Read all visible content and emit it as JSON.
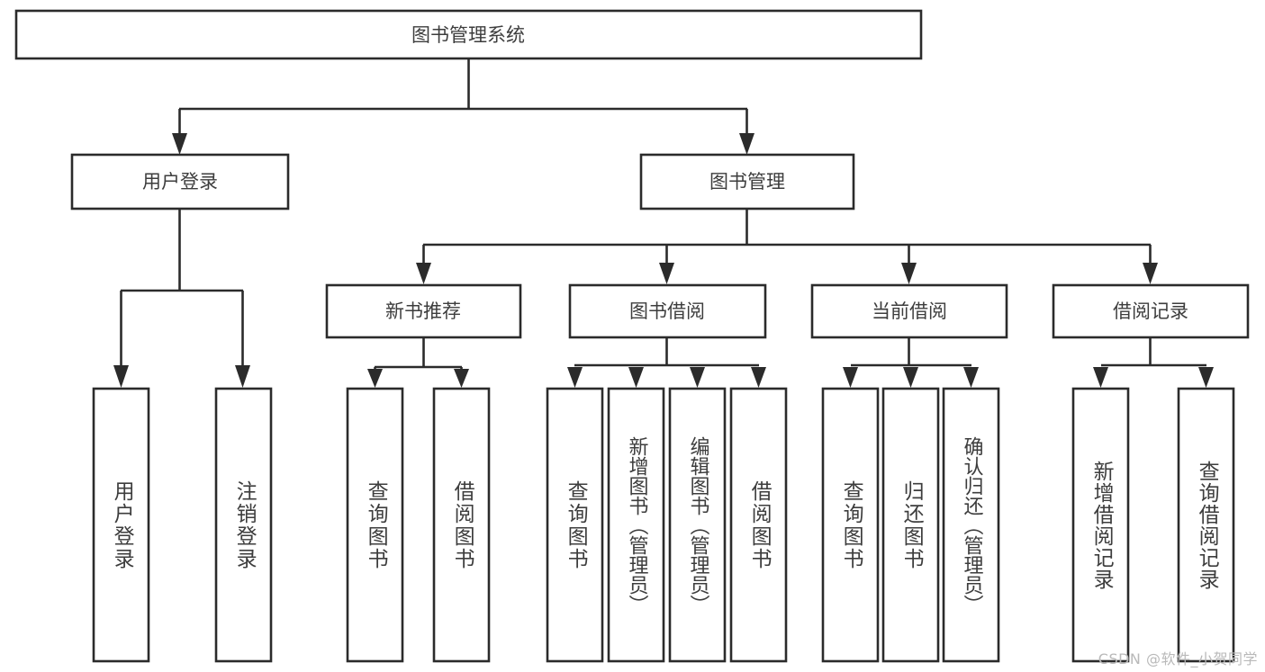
{
  "diagram": {
    "title": "图书管理系统",
    "type": "tree-hierarchy-chart",
    "orientation": "top-down",
    "colors": {
      "background": "#ffffff",
      "box_fill": "#ffffff",
      "box_stroke": "#2b2b2b",
      "connector": "#2b2b2b",
      "text": "#3d3d3d",
      "watermark": "#b9b9b9"
    },
    "root": {
      "label": "图书管理系统"
    },
    "level2": [
      {
        "label": "用户登录"
      },
      {
        "label": "图书管理"
      }
    ],
    "level3": [
      {
        "label": "新书推荐"
      },
      {
        "label": "图书借阅"
      },
      {
        "label": "当前借阅"
      },
      {
        "label": "借阅记录"
      }
    ],
    "leaves": {
      "user_login": [
        {
          "label": "用户登录"
        },
        {
          "label": "注销登录"
        }
      ],
      "new_book_recommend": [
        {
          "label": "查询图书"
        },
        {
          "label": "借阅图书"
        }
      ],
      "book_borrow": [
        {
          "label": "查询图书"
        },
        {
          "label": "新增图书（管理员）"
        },
        {
          "label": "编辑图书（管理员）"
        },
        {
          "label": "借阅图书"
        }
      ],
      "current_borrow": [
        {
          "label": "查询图书"
        },
        {
          "label": "归还图书"
        },
        {
          "label": "确认归还（管理员）"
        }
      ],
      "borrow_record": [
        {
          "label": "新增借阅记录"
        },
        {
          "label": "查询借阅记录"
        }
      ]
    }
  },
  "watermark": {
    "text": "CSDN @软件_小贺同学"
  }
}
